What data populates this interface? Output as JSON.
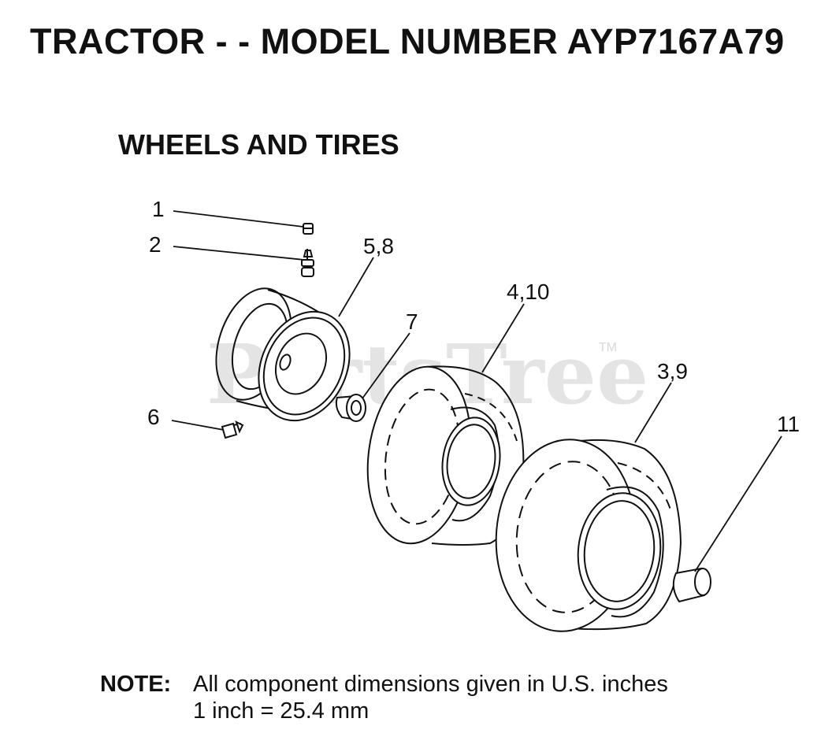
{
  "title": "TRACTOR - - MODEL NUMBER AYP7167A79",
  "subtitle": "WHEELS AND TIRES",
  "watermark": {
    "text": "PartsTree",
    "trademark": "TM"
  },
  "callouts": {
    "c1": "1",
    "c2": "2",
    "c3_9": "3,9",
    "c4_10": "4,10",
    "c5_8": "5,8",
    "c6": "6",
    "c7": "7",
    "c11": "11"
  },
  "note": {
    "label": "NOTE:",
    "line1": "All component dimensions given in U.S. inches",
    "line2": "1 inch = 25.4 mm"
  },
  "colors": {
    "ink": "#111111",
    "watermark": "#e4e4e4"
  }
}
